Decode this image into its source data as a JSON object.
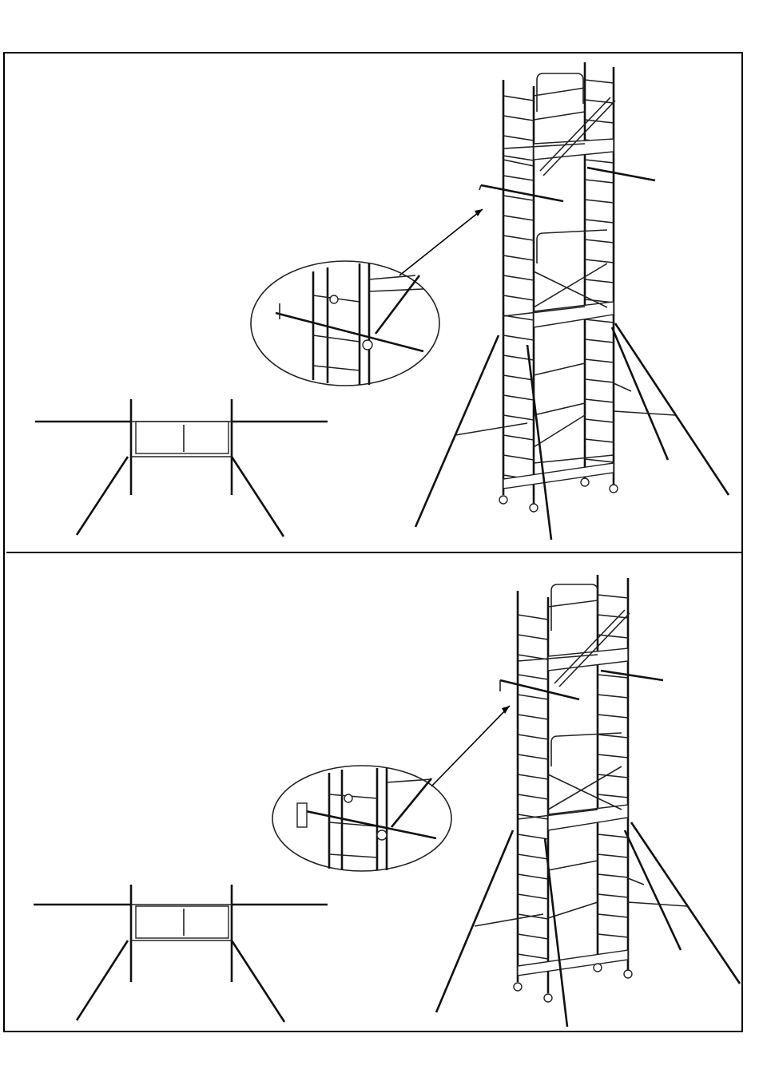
{
  "figure": {
    "panels": [
      {
        "id": "top",
        "views": [
          "tower-view",
          "detail-view",
          "plan-view"
        ]
      },
      {
        "id": "bottom",
        "views": [
          "tower-view",
          "detail-view",
          "plan-view"
        ]
      }
    ],
    "colors": {
      "line": "#222222",
      "frame": "#000000",
      "background": "#ffffff"
    }
  }
}
